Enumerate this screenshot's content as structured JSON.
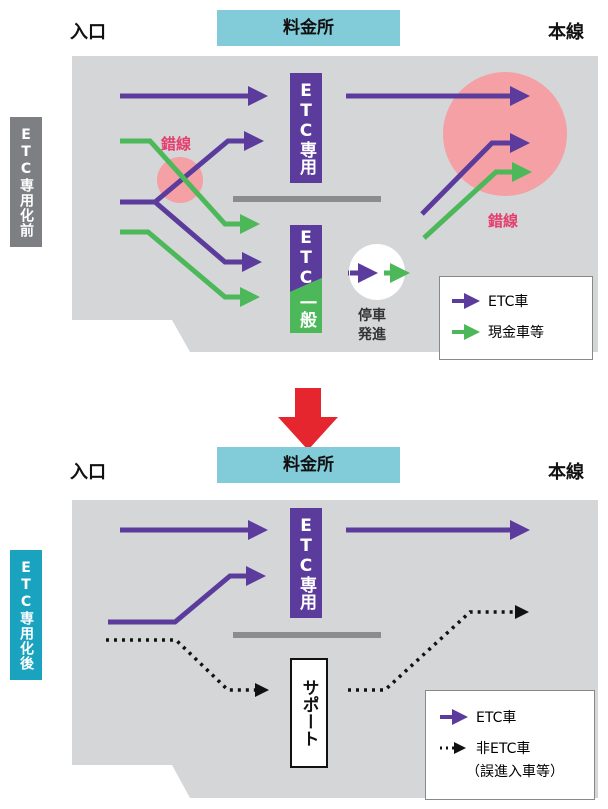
{
  "top": {
    "entrance": "入口",
    "booth": "料金所",
    "mainline": "本線",
    "side_label": "ETC専用化前",
    "etc_lane": "ETC専用",
    "mixed_lane_top": "ETC",
    "mixed_lane_bottom": "一般",
    "weaving_left": "錯線",
    "weaving_right": "錯線",
    "stop_label_1": "停車",
    "stop_label_2": "発進",
    "legend": [
      {
        "label": "ETC車",
        "color": "#5b3c9c"
      },
      {
        "label": "現金車等",
        "color": "#4cb85a"
      }
    ]
  },
  "bottom": {
    "entrance": "入口",
    "booth": "料金所",
    "mainline": "本線",
    "side_label": "ETC専用化後",
    "etc_lane": "ETC専用",
    "support_lane": "サポート",
    "legend": [
      {
        "label": "ETC車",
        "color": "#5b3c9c"
      },
      {
        "label": "非ETC車",
        "color": "#111111"
      },
      {
        "label": "（誤進入車等）",
        "color": "#111111"
      }
    ]
  },
  "colors": {
    "etc_purple": "#5b3c9c",
    "cash_green": "#4cb85a",
    "weave_pink": "#f4a0a4",
    "transition_red": "#e5262f",
    "panel_grey": "#d4d6d8",
    "booth_cyan": "#82cbd9",
    "side_grey": "#7d7f82",
    "side_cyan": "#1aa3bf"
  }
}
